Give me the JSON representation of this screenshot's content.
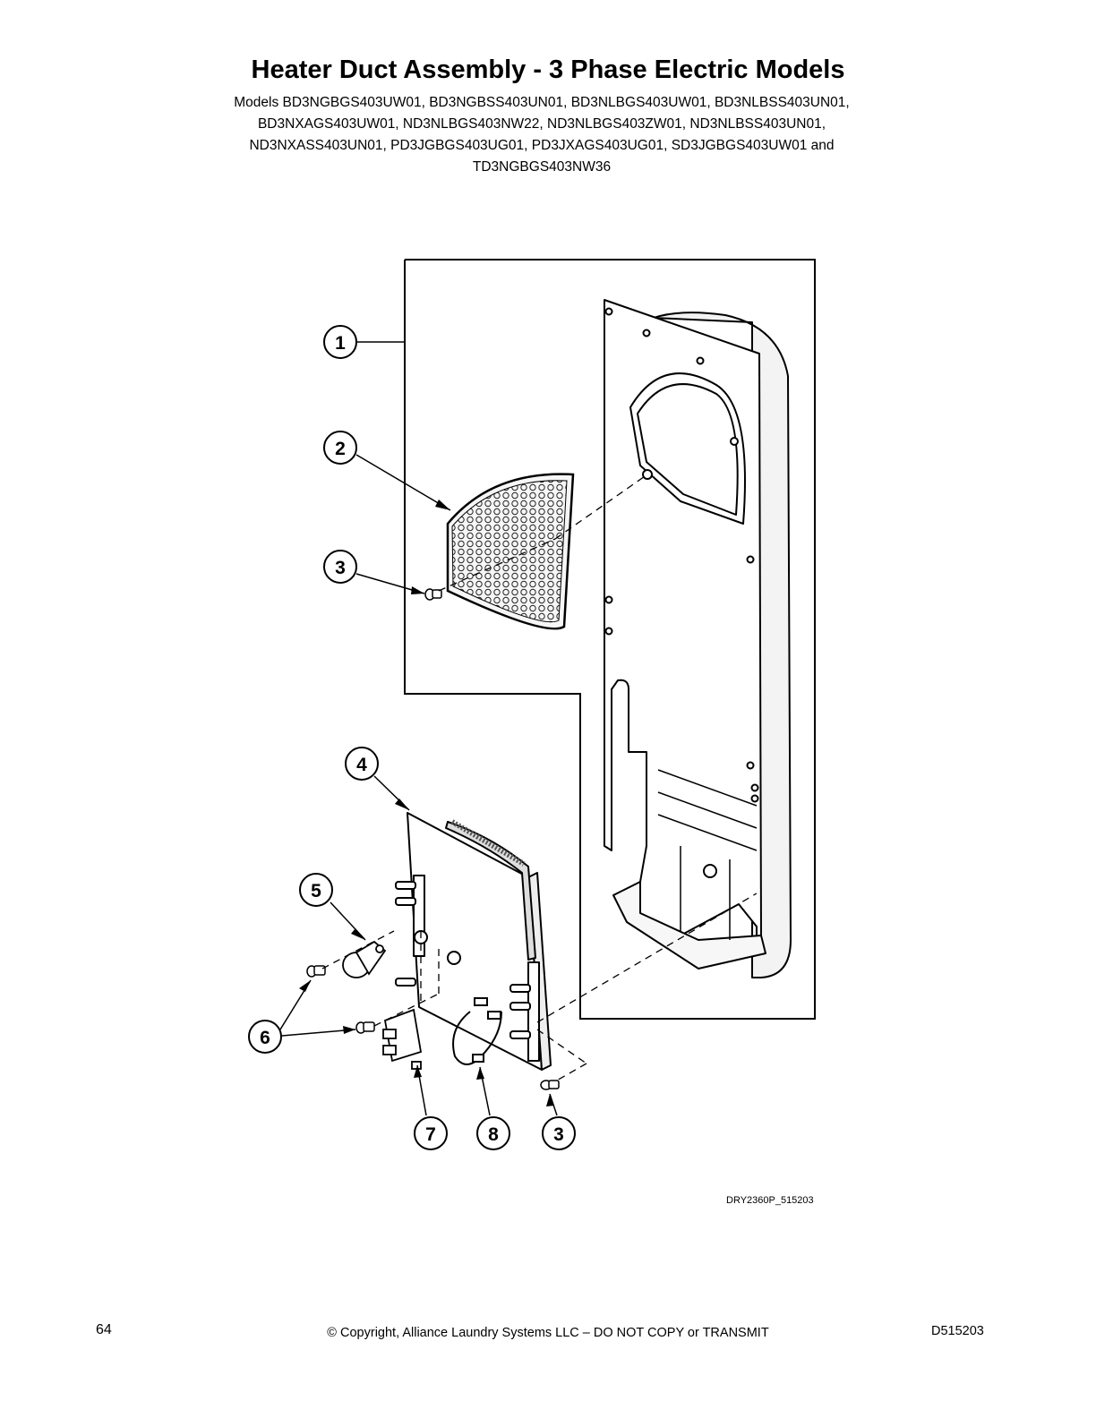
{
  "header": {
    "title": "Heater Duct Assembly - 3 Phase Electric Models",
    "models_lines": [
      "Models BD3NGBGS403UW01, BD3NGBSS403UN01, BD3NLBGS403UW01, BD3NLBSS403UN01,",
      "BD3NXAGS403UW01, ND3NLBGS403NW22, ND3NLBGS403ZW01, ND3NLBSS403UN01,",
      "ND3NXASS403UN01, PD3JGBGS403UG01, PD3JXAGS403UG01, SD3JGBGS403UW01 and",
      "TD3NGBGS403NW36"
    ]
  },
  "callouts": [
    "1",
    "2",
    "3",
    "4",
    "5",
    "6",
    "7",
    "8",
    "3"
  ],
  "figure_code": "DRY2360P_515203",
  "footer": {
    "page_number": "64",
    "copyright": "© Copyright, Alliance Laundry Systems LLC – DO NOT COPY or TRANSMIT",
    "document_number": "D515203"
  }
}
